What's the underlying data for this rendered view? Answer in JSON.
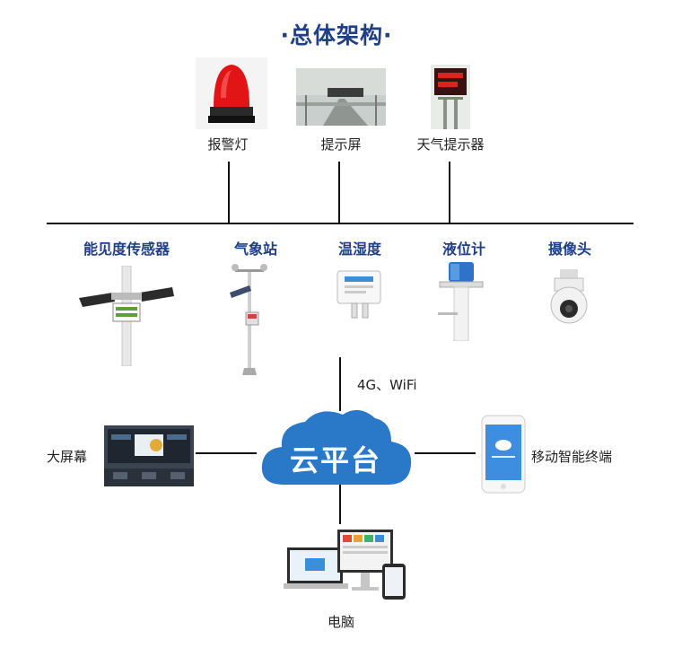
{
  "title": "·总体架构·",
  "top_devices": [
    {
      "label": "报警灯",
      "icon": "alarm-light-icon"
    },
    {
      "label": "提示屏",
      "icon": "highway-sign-photo"
    },
    {
      "label": "天气提示器",
      "icon": "weather-display-icon"
    }
  ],
  "sensors": [
    {
      "label": "能见度传感器",
      "icon": "visibility-sensor-icon"
    },
    {
      "label": "气象站",
      "icon": "weather-station-icon"
    },
    {
      "label": "温湿度",
      "icon": "temp-humidity-sensor-icon"
    },
    {
      "label": "液位计",
      "icon": "level-gauge-icon"
    },
    {
      "label": "摄像头",
      "icon": "dome-camera-icon"
    }
  ],
  "connection": "4G、WiFi",
  "cloud": {
    "label": "云平台",
    "color": "#2a78c8"
  },
  "left_node": {
    "label": "大屏幕",
    "icon": "big-screen-photo"
  },
  "right_node": {
    "label": "移动智能终端",
    "icon": "smartphone-icon"
  },
  "bottom_node": {
    "label": "电脑",
    "icon": "computer-devices-icon"
  },
  "colors": {
    "title": "#1f3f87",
    "line": "#111111"
  }
}
